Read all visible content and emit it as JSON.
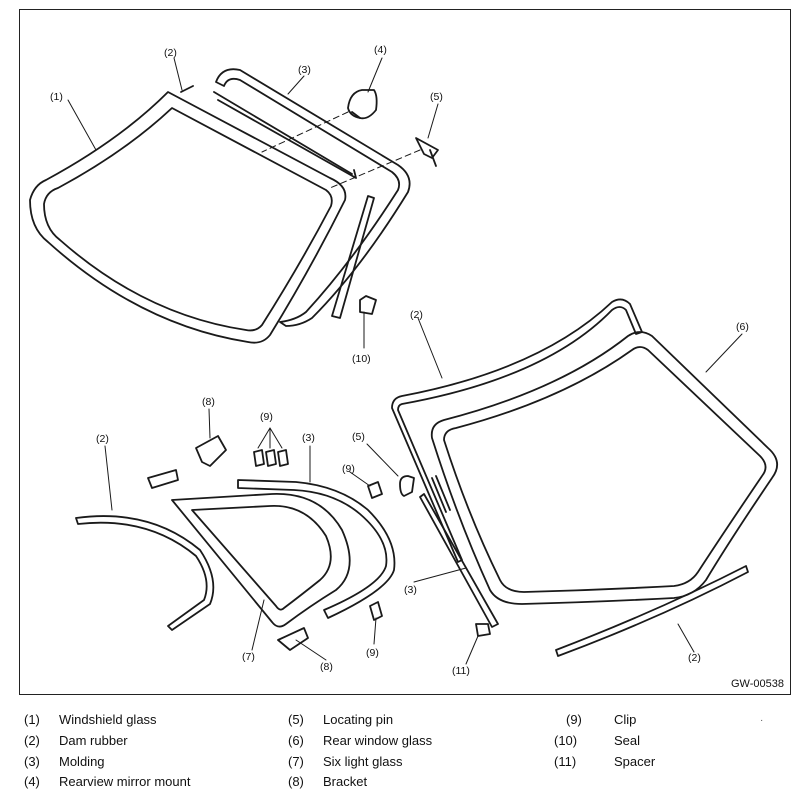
{
  "diagram": {
    "figure_code": "GW-00538",
    "callouts": {
      "c1": "(1)",
      "c2a": "(2)",
      "c3a": "(3)",
      "c4": "(4)",
      "c5a": "(5)",
      "c10": "(10)",
      "c2b": "(2)",
      "c6": "(6)",
      "c8a": "(8)",
      "c9a": "(9)",
      "c2c": "(2)",
      "c3b": "(3)",
      "c5b": "(5)",
      "c9b": "(9)",
      "c3c": "(3)",
      "c7": "(7)",
      "c8b": "(8)",
      "c9c": "(9)",
      "c11": "(11)",
      "c2d": "(2)"
    }
  },
  "legend": [
    {
      "num": "(1)",
      "label": "Windshield glass"
    },
    {
      "num": "(2)",
      "label": "Dam rubber"
    },
    {
      "num": "(3)",
      "label": "Molding"
    },
    {
      "num": "(4)",
      "label": "Rearview mirror mount"
    },
    {
      "num": "(5)",
      "label": "Locating pin"
    },
    {
      "num": "(6)",
      "label": "Rear window glass"
    },
    {
      "num": "(7)",
      "label": "Six light glass"
    },
    {
      "num": "(8)",
      "label": "Bracket"
    },
    {
      "num": "(9)",
      "label": "Clip"
    },
    {
      "num": "(10)",
      "label": "Seal"
    },
    {
      "num": "(11)",
      "label": "Spacer"
    }
  ]
}
